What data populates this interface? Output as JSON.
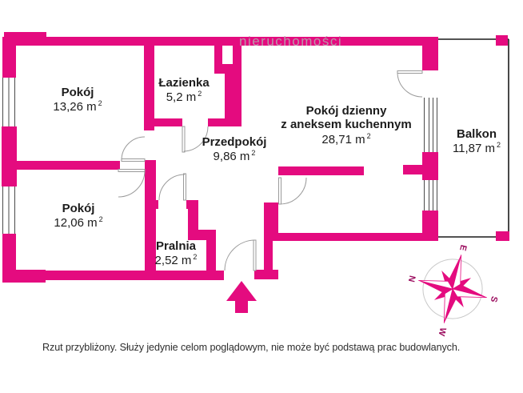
{
  "watermark": "nieruchomości",
  "disclaimer": "Rzut przybliżony. Służy jedynie celom poglądowym, nie może być podstawą prac budowlanych.",
  "compass": {
    "n": "N",
    "e": "E",
    "s": "S",
    "w": "W"
  },
  "rooms": {
    "pokoj1": {
      "name": "Pokój",
      "area": "13,26",
      "unit": "m",
      "sup": "2"
    },
    "lazienka": {
      "name": "Łazienka",
      "area": "5,2",
      "unit": "m",
      "sup": "2"
    },
    "przedpokoj": {
      "name": "Przedpokój",
      "area": "9,86",
      "unit": "m",
      "sup": "2"
    },
    "salon": {
      "name": "Pokój dzienny",
      "name2": "z aneksem kuchennym",
      "area": "28,71",
      "unit": "m",
      "sup": "2"
    },
    "balkon": {
      "name": "Balkon",
      "area": "11,87",
      "unit": "m",
      "sup": "2"
    },
    "pokoj2": {
      "name": "Pokój",
      "area": "12,06",
      "unit": "m",
      "sup": "2"
    },
    "pralnia": {
      "name": "Pralnia",
      "area": "2,52",
      "unit": "m",
      "sup": "2"
    }
  },
  "colors": {
    "wall": "#e40b7f",
    "door-line": "#9a9a9a",
    "window-line": "#4a4a4a",
    "balcony-line": "#1a1a1a",
    "text": "#1c1c1c",
    "watermark": "#b3b0b2",
    "compass-letter": "#9c0f60",
    "compass-ring": "#c9c9c9"
  }
}
